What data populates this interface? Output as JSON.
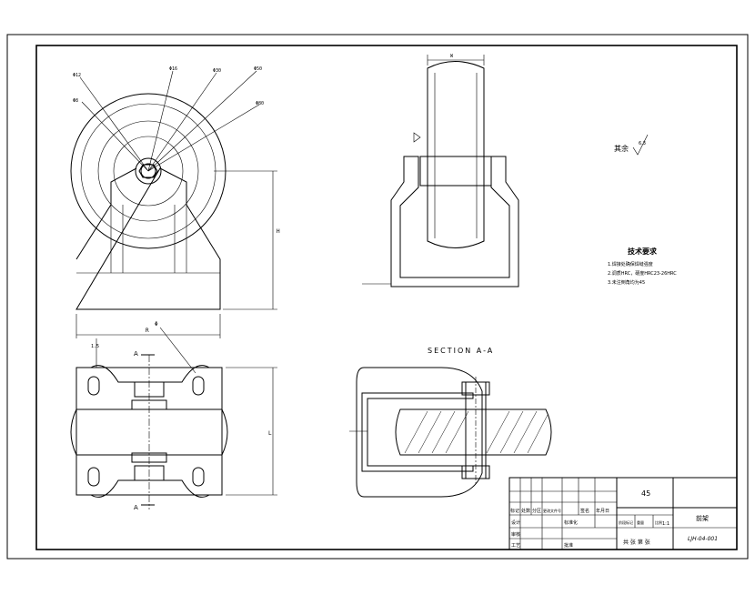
{
  "drawing": {
    "section_label": "SECTION A-A",
    "section_marker": "A",
    "surface_finish_label": "其余",
    "surface_finish_value": "6.3",
    "tech_title": "技术要求",
    "tech_requirements": [
      "1.焊接处确保焊缝强度",
      "2.调质HRC，硬度HRC23-26HRC",
      "3.未注倒角均为45"
    ],
    "dimensions": {
      "width_front": "R",
      "height_front": "H",
      "side_width": "W",
      "plan_height": "L",
      "leader_labels": [
        "Φ12",
        "Φ8",
        "Φ16",
        "Φ30",
        "Φ50",
        "Φ80"
      ],
      "slot_label": "Φ",
      "angle_label": "1.5"
    },
    "title_block": {
      "material": "45",
      "name": "前架",
      "drawing_no": "LJH-04-001",
      "scale": "1:1",
      "row_labels": [
        "标记",
        "处数",
        "分区",
        "更改文件号",
        "签名",
        "年月日"
      ],
      "role_labels": [
        "设计",
        "审核",
        "工艺",
        "批准"
      ],
      "std_label": "标准化",
      "stage_label": "阶段标记",
      "weight_label": "重量",
      "scale_label": "比例",
      "sheet_label": "共 张 第 张"
    }
  }
}
